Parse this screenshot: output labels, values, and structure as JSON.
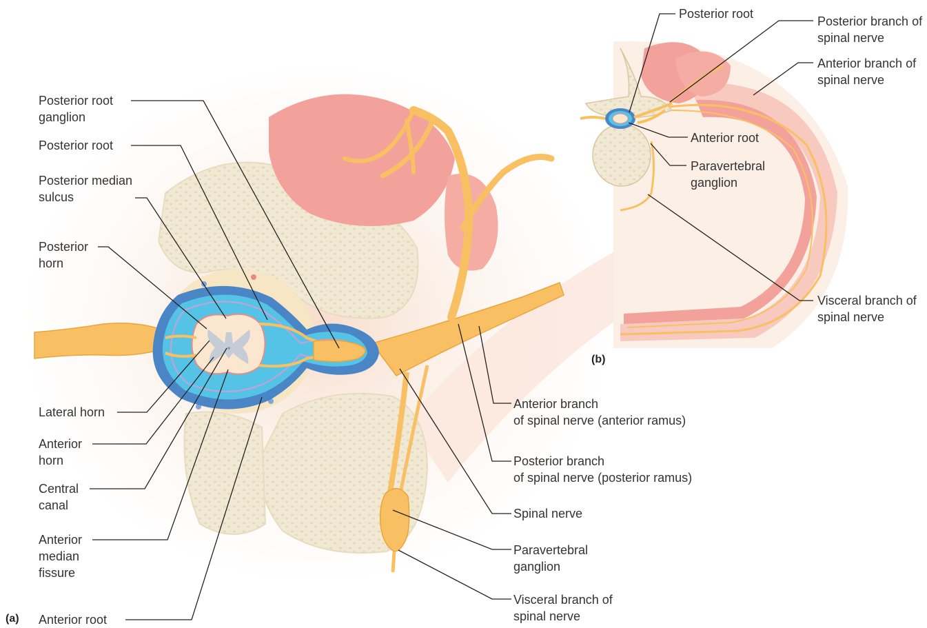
{
  "panels": {
    "a": "(a)",
    "b": "(b)"
  },
  "labels_left": {
    "posterior_root_ganglion": "Posterior root ganglion",
    "posterior_root": "Posterior root",
    "posterior_median_sulcus": "Posterior median sulcus",
    "posterior_horn": "Posterior horn",
    "lateral_horn": "Lateral horn",
    "anterior_horn": "Anterior horn",
    "central_canal": "Central canal",
    "anterior_median_fissure": "Anterior median fissure",
    "anterior_root": "Anterior root"
  },
  "labels_right_a": {
    "anterior_branch_l1": "Anterior branch",
    "anterior_branch_l2": "of spinal nerve (anterior ramus)",
    "posterior_branch_l1": "Posterior branch",
    "posterior_branch_l2": "of spinal nerve (posterior ramus)",
    "spinal_nerve": "Spinal nerve",
    "paravertebral_ganglion": "Paravertebral ganglion",
    "visceral_branch": "Visceral branch of spinal nerve"
  },
  "labels_b": {
    "posterior_root": "Posterior root",
    "posterior_branch": "Posterior branch of spinal nerve",
    "anterior_branch": "Anterior branch of spinal nerve",
    "anterior_root": "Anterior root",
    "paravertebral_ganglion": "Paravertebral ganglion",
    "visceral_branch": "Visceral branch of spinal nerve"
  },
  "colors": {
    "nerve": "#f9c063",
    "nerve_dark": "#e9a43a",
    "muscle": "#f2a29a",
    "bone": "#f3ecd7",
    "dura": "#4a86c6",
    "csf": "#55c3e6",
    "cord": "#fbe7cf",
    "gray_matter": "#c5ccd6",
    "leader": "#222222"
  }
}
